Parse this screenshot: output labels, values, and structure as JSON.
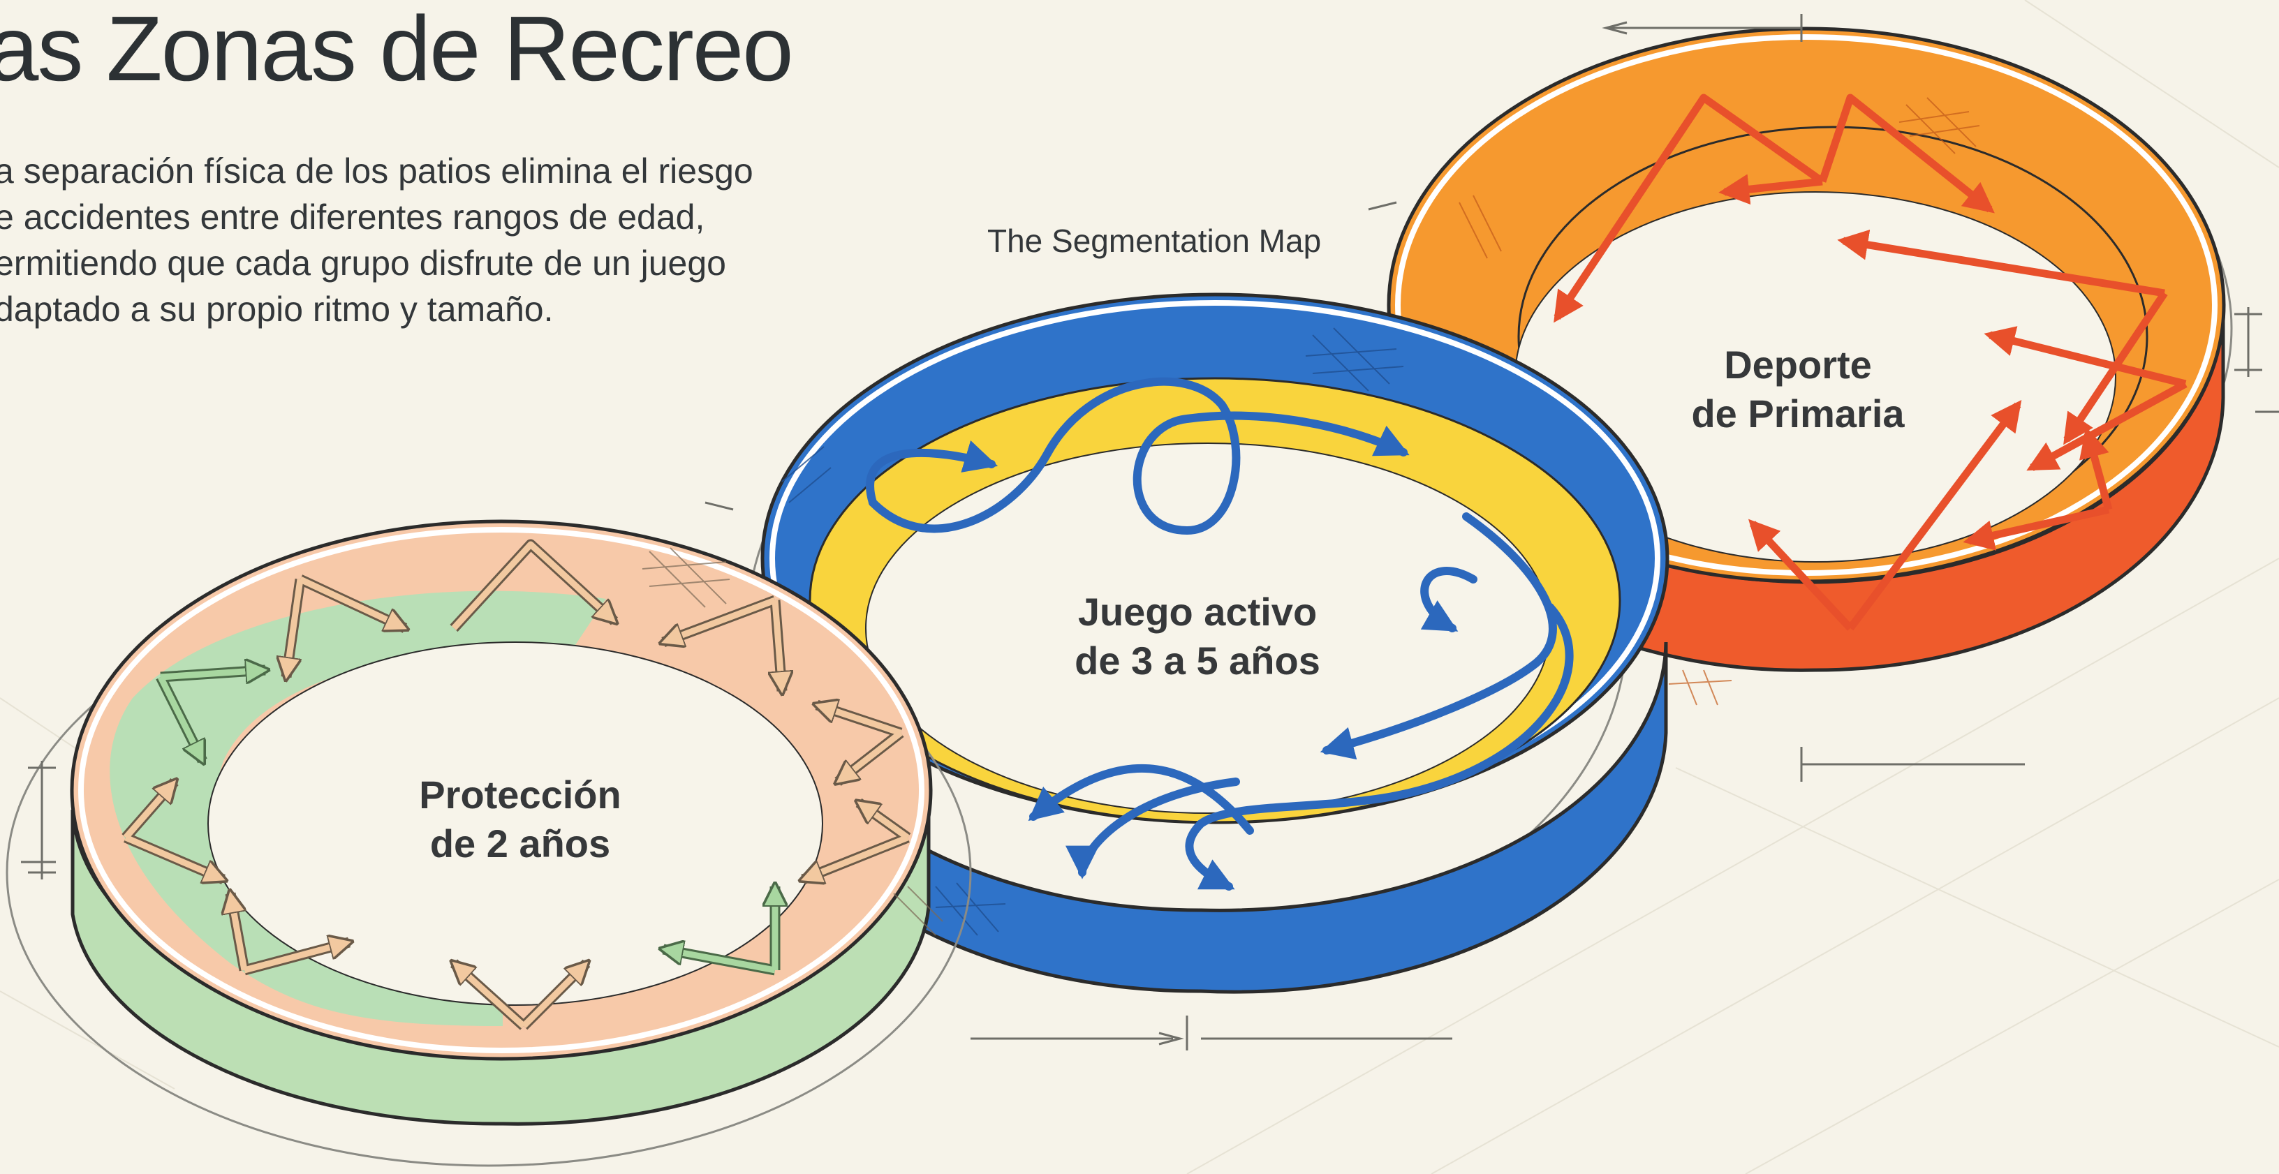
{
  "header": {
    "title": "as Zonas de Recreo",
    "description": "a separación física de los patios elimina el riesgo e accidentes entre diferentes rangos de edad, ermitiendo que cada grupo disfrute de un juego daptado a su propio ritmo y tamaño.",
    "description_lines": [
      "a separación física de los patios elimina el riesgo",
      "e accidentes entre diferentes rangos de edad,",
      "ermitiendo que cada grupo disfrute de un juego",
      "daptado a su propio ritmo y tamaño."
    ]
  },
  "diagram": {
    "label": "The Segmentation Map",
    "zones": [
      {
        "line1": "Protección",
        "line2": "de 2 años",
        "colors": {
          "outer": "#f7c9a9",
          "inner": "#b9dfb6",
          "wall": "#bcdfb4",
          "arrow_a": "#f2c9a0",
          "arrow_b": "#a8d7a0"
        }
      },
      {
        "line1": "Juego activo",
        "line2": "de 3 a 5 años",
        "colors": {
          "outer": "#2f73c9",
          "inner": "#f9d43d",
          "wall": "#2f73c9",
          "arrow": "#2c68bd"
        }
      },
      {
        "line1": "Deporte",
        "line2": "de Primaria",
        "colors": {
          "outer": "#f6992f",
          "inner": "#f6992f",
          "wall": "#ef5b2c",
          "arrow": "#e8502b"
        }
      }
    ]
  }
}
